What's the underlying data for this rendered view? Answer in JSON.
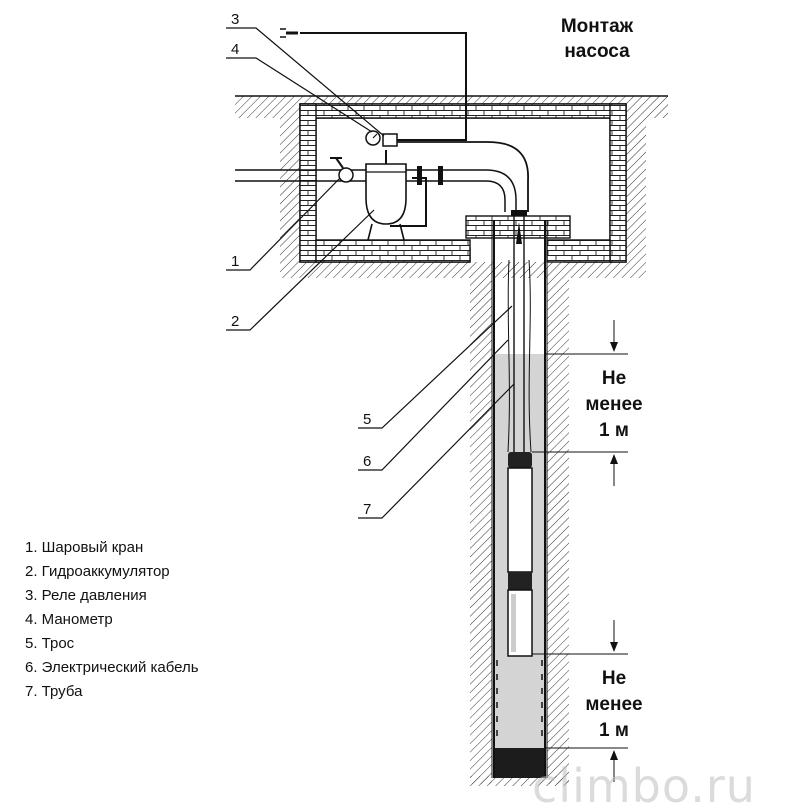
{
  "title": {
    "line1": "Монтаж",
    "line2": "насоса"
  },
  "callouts": [
    "1",
    "2",
    "3",
    "4",
    "5",
    "6",
    "7"
  ],
  "dimensions": {
    "upper": {
      "line1": "Не",
      "line2": "менее",
      "line3": "1 м"
    },
    "lower": {
      "line1": "Не",
      "line2": "менее",
      "line3": "1 м"
    }
  },
  "legend": [
    "1. Шаровый кран",
    "2. Гидроаккумулятор",
    "3. Реле давления",
    "4. Манометр",
    "5. Трос",
    "6. Электрический кабель",
    "7. Труба"
  ],
  "watermark": "climbo.ru",
  "colors": {
    "line": "#111111",
    "water": "#d4d4d4",
    "hatch": "#333333",
    "watermark": "#bdbdbd"
  }
}
